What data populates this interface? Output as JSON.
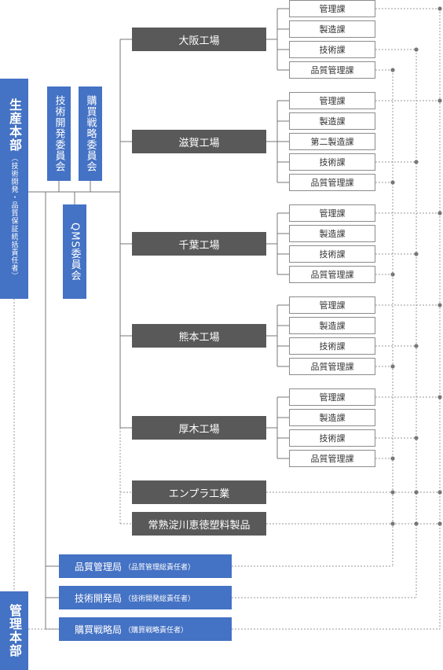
{
  "left_side": {
    "production_hq": {
      "name": "生産本部",
      "sub": "（技術開発・品質保証統括責任者）"
    },
    "admin_hq": {
      "name": "管理本部"
    }
  },
  "committees": {
    "tech_dev": "技術開発委員会",
    "purchasing": "購買戦略委員会",
    "qms": "QMS委員会"
  },
  "factories": [
    {
      "name": "大阪工場",
      "sections": [
        "管理課",
        "製造課",
        "技術課",
        "品質管理課"
      ]
    },
    {
      "name": "滋賀工場",
      "sections": [
        "管理課",
        "製造課",
        "第二製造課",
        "技術課",
        "品質管理課"
      ]
    },
    {
      "name": "千葉工場",
      "sections": [
        "管理課",
        "製造課",
        "技術課",
        "品質管理課"
      ]
    },
    {
      "name": "熊本工場",
      "sections": [
        "管理課",
        "製造課",
        "技術課",
        "品質管理課"
      ]
    },
    {
      "name": "厚木工場",
      "sections": [
        "管理課",
        "製造課",
        "技術課",
        "品質管理課"
      ]
    }
  ],
  "affiliates": [
    {
      "name": "エンプラ工業"
    },
    {
      "name": "常熟淀川恵徳塑料製品"
    }
  ],
  "bureaus": [
    {
      "name": "品質管理局",
      "sub": "（品質管理総責任者）"
    },
    {
      "name": "技術開発局",
      "sub": "（技術開発総責任者）"
    },
    {
      "name": "購買戦略局",
      "sub": "（購買戦略責任者）"
    }
  ],
  "colors": {
    "blue": "#4472c4",
    "dark_gray": "#595959",
    "line": "#777777",
    "dotted": "#999999",
    "dot": "#777777"
  }
}
